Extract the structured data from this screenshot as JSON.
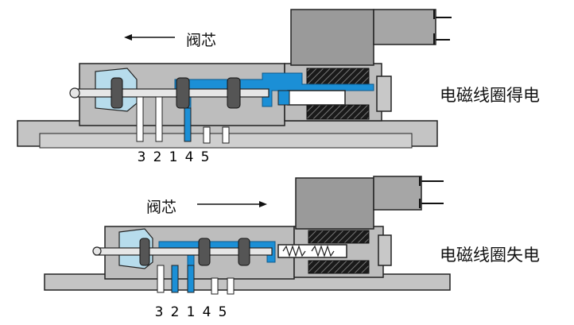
{
  "top": {
    "state_label": "电磁线圈得电",
    "core_label": "阀芯",
    "ports": [
      "3",
      "2",
      "1",
      "4",
      "5"
    ]
  },
  "bottom": {
    "state_label": "电磁线圈失电",
    "core_label": "阀芯",
    "ports": [
      "3",
      "2",
      "1",
      "4",
      "5"
    ]
  },
  "colors": {
    "body": "#bdbdbd",
    "body_dark": "#8f8f8f",
    "flow": "#1b8fd6",
    "coil": "#1a1a1a",
    "outline": "#222222"
  }
}
